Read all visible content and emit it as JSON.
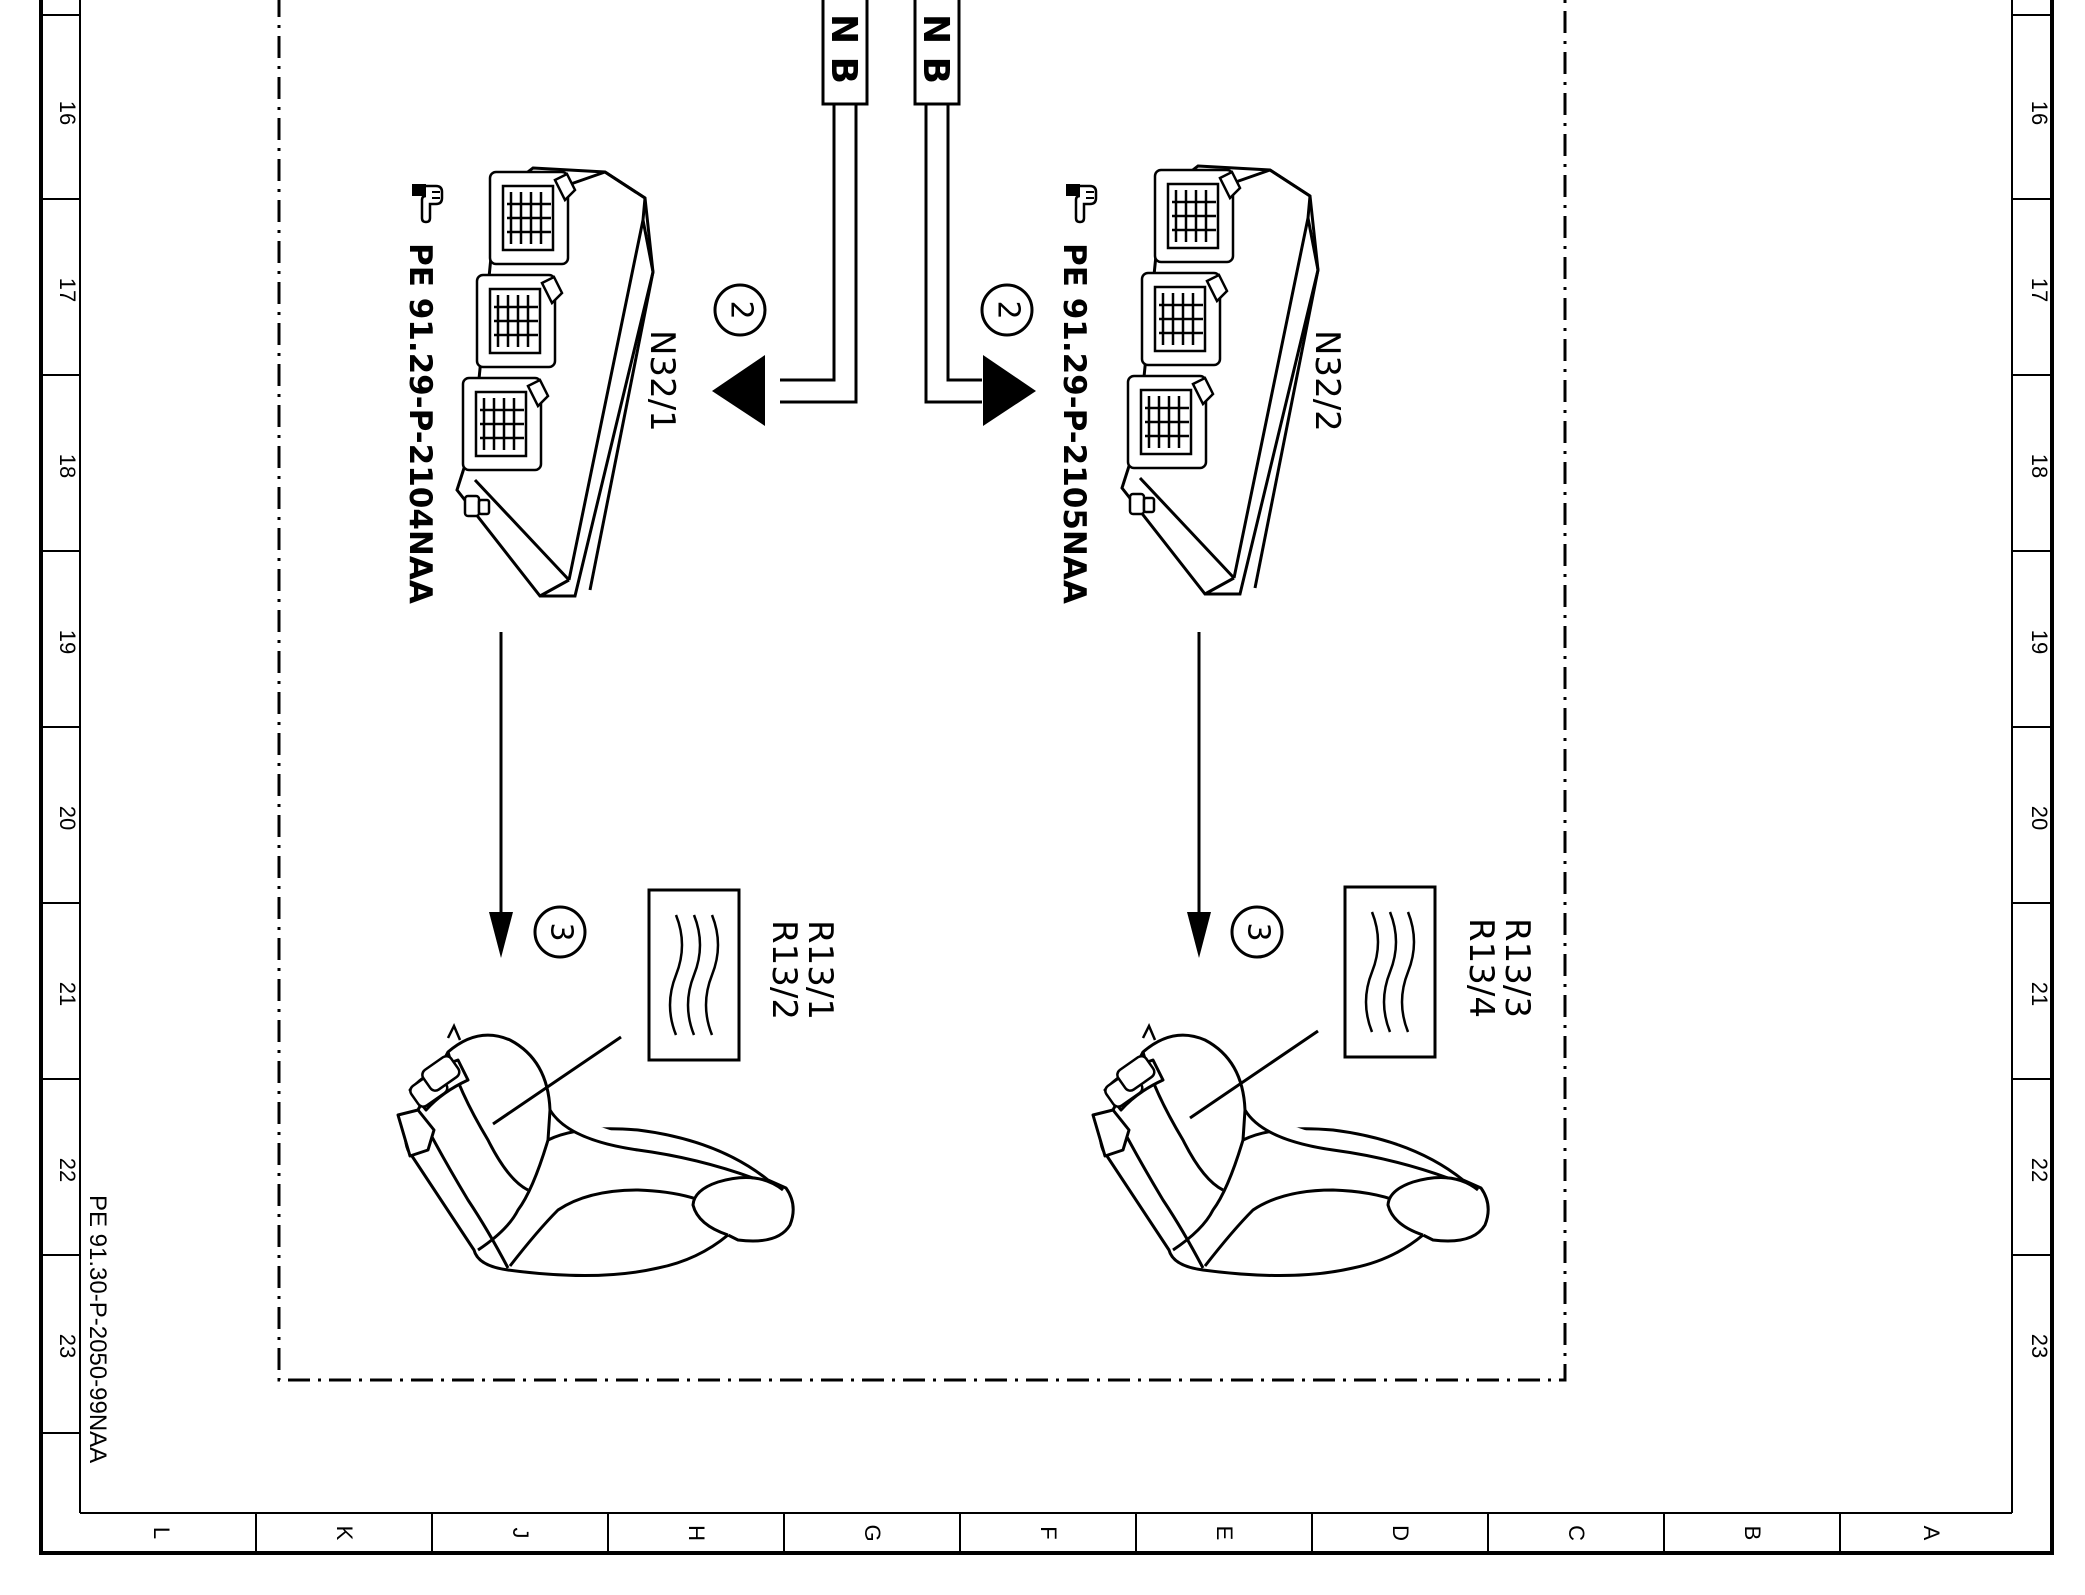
{
  "diagram": {
    "row_numbers": [
      "16",
      "17",
      "18",
      "19",
      "20",
      "21",
      "22",
      "23"
    ],
    "column_letters": [
      "L",
      "K",
      "J",
      "H",
      "G",
      "F",
      "E",
      "D",
      "C",
      "B",
      "A"
    ],
    "document_id": "PE 91.30-P-2050-99NAA",
    "bus_labels": {
      "left": "N B",
      "right": "N B"
    },
    "components": [
      {
        "id": "N32/1",
        "doc_ref": "PE 91.29-P-2104NAA"
      },
      {
        "id": "N32/2",
        "doc_ref": "PE 91.29-P-2105NAA"
      }
    ],
    "heaters": [
      {
        "line1": "R13/1",
        "line2": "R13/2"
      },
      {
        "line1": "R13/3",
        "line2": "R13/4"
      }
    ],
    "callouts": {
      "step2": "2",
      "step3": "3"
    },
    "icons": {
      "reference": "pointing-hand-icon",
      "heating": "wavy-heat-lines-icon",
      "seat": "vehicle-seat-icon"
    }
  }
}
